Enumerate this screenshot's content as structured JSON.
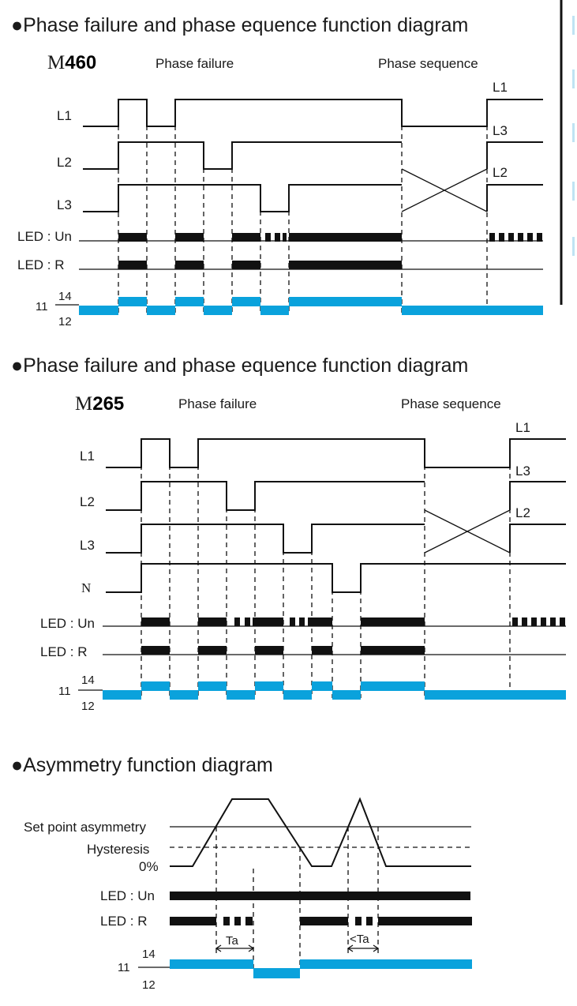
{
  "diagrams": [
    {
      "title": "●Phase failure and phase equence function diagram",
      "model_prefix": "M",
      "model_number": "460",
      "phase_failure_label": "Phase failure",
      "phase_sequence_label": "Phase sequence",
      "signals": [
        "L1",
        "L2",
        "L3"
      ],
      "seq_labels": [
        "L1",
        "L3",
        "L2"
      ],
      "led_un": "LED : Un",
      "led_r": "LED : R",
      "contact_common": "11",
      "contact_no": "14",
      "contact_nc": "12"
    },
    {
      "title": "●Phase failure and phase equence function diagram",
      "model_prefix": "M",
      "model_number": "265",
      "phase_failure_label": "Phase failure",
      "phase_sequence_label": "Phase sequence",
      "signals": [
        "L1",
        "L2",
        "L3",
        "N"
      ],
      "seq_labels": [
        "L1",
        "L3",
        "L2"
      ],
      "led_un": "LED : Un",
      "led_r": "LED : R",
      "contact_common": "11",
      "contact_no": "14",
      "contact_nc": "12"
    }
  ],
  "asymmetry": {
    "title": "●Asymmetry function diagram",
    "set_point": "Set point asymmetry",
    "hysteresis": "Hysteresis",
    "zero": "0%",
    "led_un": "LED : Un",
    "led_r": "LED : R",
    "ta": "Ta",
    "lt_ta": "<Ta",
    "contact_common": "11",
    "contact_no": "14",
    "contact_nc": "12"
  },
  "colors": {
    "relay": "#0aa2dc",
    "line": "#111111"
  }
}
